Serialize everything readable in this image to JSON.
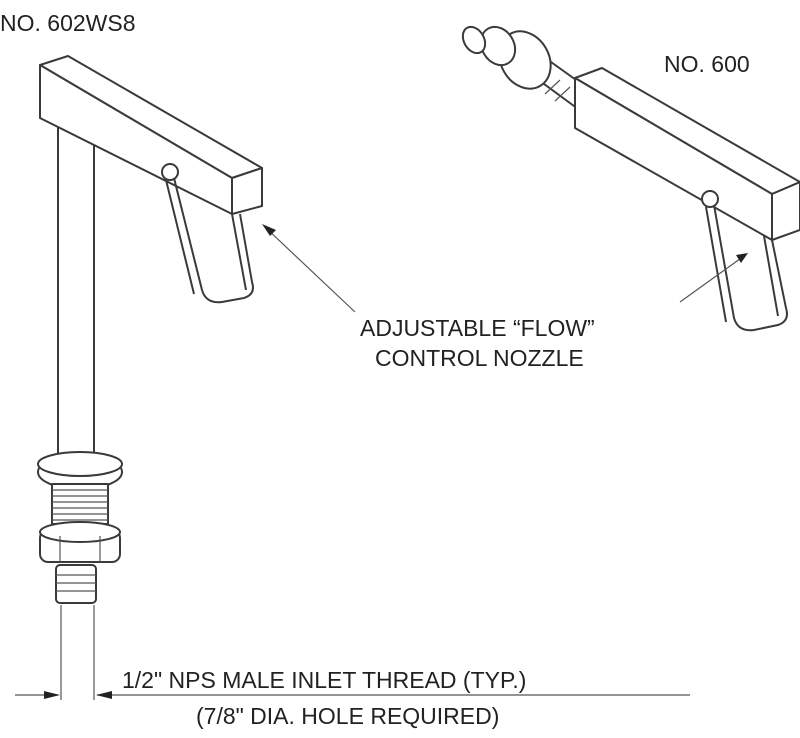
{
  "labels": {
    "left_model": "NO. 602WS8",
    "right_model": "NO. 600",
    "nozzle_line1": "ADJUSTABLE “FLOW”",
    "nozzle_line2": "CONTROL NOZZLE",
    "thread_line1": "1/2\" NPS  MALE INLET THREAD (TYP.)",
    "thread_line2": "(7/8\" DIA. HOLE REQUIRED)"
  }
}
